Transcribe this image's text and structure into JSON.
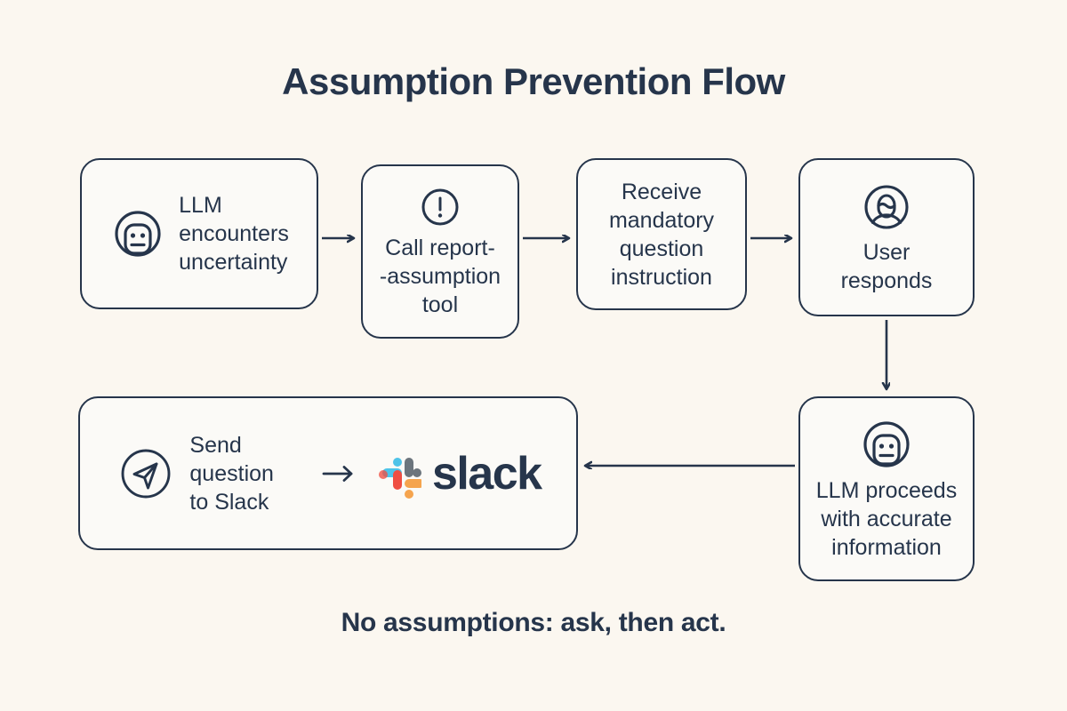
{
  "page": {
    "title": "Assumption Prevention Flow",
    "caption": "No assumptions: ask, then act.",
    "background_color": "#FBF7F0",
    "ink_color": "#26354B",
    "node_fill_color": "#FBFAF7"
  },
  "nodes": [
    {
      "id": "llm-uncertainty",
      "label": "LLM\nencounters\nuncertainty",
      "icon": "robot-face-icon",
      "layout": "row"
    },
    {
      "id": "call-tool",
      "label": "Call report-\n-assumption\ntool",
      "icon": "exclamation-circle-icon",
      "layout": "col"
    },
    {
      "id": "receive-instruction",
      "label": "Receive\nmandatory\nquestion\ninstruction",
      "icon": null,
      "layout": "col"
    },
    {
      "id": "user-responds",
      "label": "User\nresponds",
      "icon": "user-avatar-icon",
      "layout": "col"
    },
    {
      "id": "llm-proceeds",
      "label": "LLM proceeds\nwith accurate\ninformation",
      "icon": "robot-face-icon",
      "layout": "col"
    },
    {
      "id": "send-slack",
      "label": "Send\nquestion\nto Slack",
      "icon": "send-paper-plane-icon",
      "layout": "row"
    }
  ],
  "slack": {
    "wordmark": "slack",
    "arrow_icon": "arrow-right-icon",
    "colors": {
      "cyan": "#4EC3E8",
      "gray": "#6C757D",
      "red": "#EF4E42",
      "orange": "#F5A44E"
    }
  },
  "connectors": [
    {
      "id": "arrow-1",
      "from": "llm-uncertainty",
      "to": "call-tool",
      "direction": "right"
    },
    {
      "id": "arrow-2",
      "from": "call-tool",
      "to": "receive-instruction",
      "direction": "right"
    },
    {
      "id": "arrow-3",
      "from": "receive-instruction",
      "to": "user-responds",
      "direction": "right"
    },
    {
      "id": "arrow-4",
      "from": "user-responds",
      "to": "llm-proceeds",
      "direction": "down"
    },
    {
      "id": "arrow-5",
      "from": "llm-proceeds",
      "to": "send-slack",
      "direction": "left"
    }
  ]
}
